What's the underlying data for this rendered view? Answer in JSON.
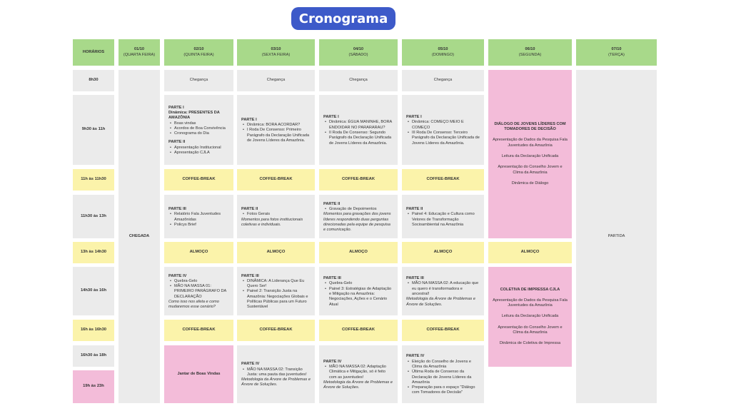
{
  "title": "Cronograma",
  "headers": {
    "horarios": "HORÁRIOS",
    "d0110": {
      "date": "01/10",
      "day": "(QUARTA FEIRA)"
    },
    "d0210": {
      "date": "02/10",
      "day": "(QUINTA FEIRA)"
    },
    "d0310": {
      "date": "03/10",
      "day": "(SEXTA FEIRA)"
    },
    "d0410": {
      "date": "04/10",
      "day": "(SÁBADO)"
    },
    "d0510": {
      "date": "05/10",
      "day": "(DOMINGO)"
    },
    "d0610": {
      "date": "06/10",
      "day": "(SEGUNDA)"
    },
    "d0710": {
      "date": "07/10",
      "day": "(TERÇA)"
    }
  },
  "times": {
    "t1": "8h30",
    "t2": "9h30 às 11h",
    "t3": "11h às 11h30",
    "t4": "11h30 às 13h",
    "t5": "13h às 14h30",
    "t6": "14h30 às 16h",
    "t7": "16h às 16h30",
    "t8": "16h30 às 18h",
    "t9": "19h às 23h"
  },
  "chegada_big": "CHEGADA",
  "partida": "PARTIDA",
  "chegada": "Chegança",
  "coffee": "COFFEE-BREAK",
  "almoco": "ALMOÇO",
  "jantar": "Jantar de Boas Vindas",
  "c02": {
    "m_part1": "PARTE I",
    "m_part1_title": "Dinâmica: PRESENTES DA AMAZÔNIA",
    "m_items": [
      "Boas vindas",
      "Acordos de Boa Convivência",
      "Cronograma do Dia"
    ],
    "m_part2": "PARTE II",
    "m_items2": [
      "Apresentação Institucional",
      "Apresentação CJLA"
    ],
    "late_part": "PARTE III",
    "late_items": [
      "Relatório Fala Juventudes Amazônidas",
      "Policys Brief"
    ],
    "aft_part": "PARTE IV",
    "aft_items": [
      "Quebra-Gelo",
      "MÃO NA MASSA 01: PRIMEIRO PARÁGRAFO DA DECLARAÇÃO"
    ],
    "aft_note": "Como isso nos afeta e como mudaremos esse cenário?"
  },
  "c03": {
    "m_part": "PARTE I",
    "m_items": [
      "Dinâmica: BORA ACORDAR?",
      "I Roda De Consenso: Primeiro Parágrafo da Declaração Unificada de Jovens Líderes da Amazônia."
    ],
    "late_part": "PARTE II",
    "late_items": [
      "Fotos Gerais"
    ],
    "late_note": "Momentos para fotos institucionais coletivas e individuais.",
    "aft_part": "PARTE III",
    "aft_items": [
      "DINÂMICA: A Liderança Que Eu Quero Ser!",
      "Painel 2: Transição Justa na Amazônia: Negociações Globais e Políticas Públicas para um Futuro Sustentável"
    ],
    "eve_part": "PARTE IV",
    "eve_items": [
      "MÃO NA MASSA 02: Transição Justa: uma pauta das juventudes!"
    ],
    "eve_note": "Metodologia da Árvore de Problemas e Árvore de Soluções."
  },
  "c04": {
    "m_part": "PARTE I",
    "m_items": [
      "Dinâmica: ÉGUA MANINHE, BORA ENDOIDAR NO PARARARAU?",
      "II Roda De Consenso: Segundo Parágrafo da Declaração Unificada de Jovens Líderes da Amazônia."
    ],
    "late_part": "PARTE II",
    "late_items": [
      "Gravação de Depoimentos"
    ],
    "late_note": "Momentos para gravações dos jovens líderes respondendo duas perguntas direcionadas pela equipe de pesquisa e comunicação.",
    "aft_part": "PARTE III",
    "aft_items": [
      "Quebra-Gelo",
      "Painel 3: Estratégias de Adaptação e Mitigação na Amazônia: Negociações, Ações e o Cenário Atual"
    ],
    "eve_part": "PARTE IV",
    "eve_items": [
      "MÃO NA MASSA 02: Adaptação Climática e Mitigação, só é feito com as juventudes!"
    ],
    "eve_note": "Metodologia da Árvore de Problemas e Árvore de Soluções."
  },
  "c05": {
    "m_part": "PARTE I",
    "m_items": [
      "Dinâmica: COMEÇO MEIO E COMEÇO",
      "III Roda De Consenso: Terceiro Parágrafo da Declaração Unificada de Jovens Líderes da Amazônia."
    ],
    "late_part": "PARTE II",
    "late_items": [
      "Painel 4: Educação e Cultura como Vetores de Transformação Socioambiental na Amazônia"
    ],
    "aft_part": "PARTE III",
    "aft_items": [
      "MÃO NA MASSA 02: A educação que eu quero é transformadora e ancestral!"
    ],
    "aft_note": "Metodologia da Árvore de Problemas e Árvore de Soluções.",
    "eve_part": "PARTE IV",
    "eve_items": [
      "Eleição do Conselho de Jovens e Clima da Amazônia",
      "Última Roda de Consenso da Declaração de Jovens Líderes da Amazônia",
      "Preparação para o espaço \"Diálogo com Tomadores de Decisão\""
    ]
  },
  "c06": {
    "top_title": "DIÁLOGO DE JOVENS LÍDERES COM TOMADORES DE DECISÃO",
    "top_items": [
      "Apresentação de Dados da Pesquisa Fala Juventudes da Amazônia",
      "Leitura da Declaração Unificada",
      "Apresentação do Conselho Jovem e Clima da Amazônia",
      "Dinâmica de Diálogo"
    ],
    "bot_title": "COLETIVA DE IMPRESSA CJLA",
    "bot_items": [
      "Apresentação de Dados da Pesquisa Fala Juventudes da Amazônia",
      "Leitura da Declaração Unificada",
      "Apresentação do Conselho Jovem e Clima da Amazônia",
      "Dinâmica de Coletiva de Impressa"
    ]
  },
  "colors": {
    "title_bg": "#3d5ac9",
    "header_bg": "#a8d98a",
    "break_bg": "#fbf3aa",
    "pink_bg": "#f3bcd9",
    "cell_bg": "#ebebeb"
  }
}
